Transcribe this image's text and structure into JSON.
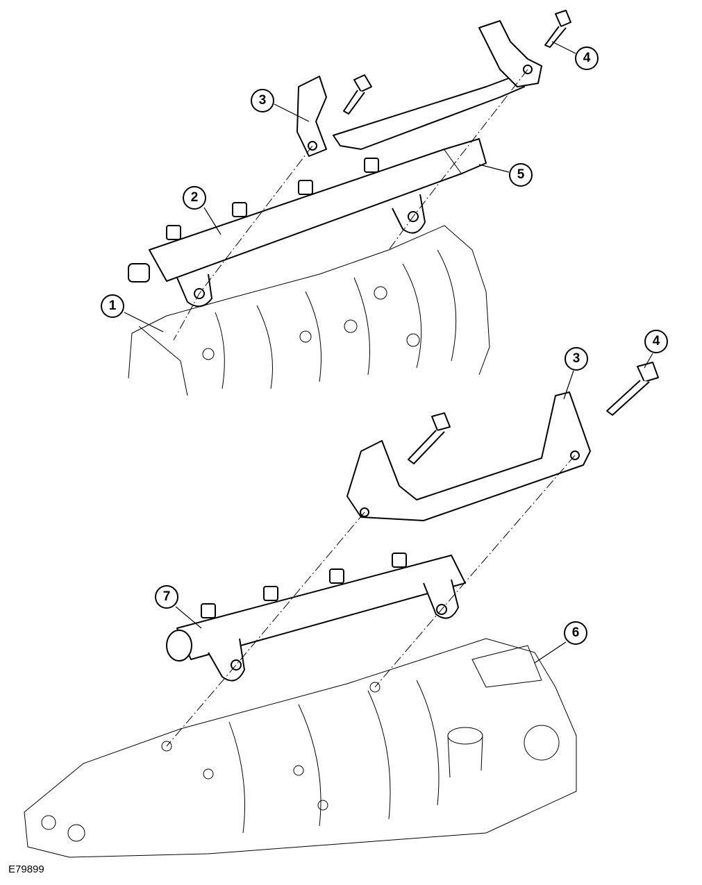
{
  "figure_ref": "E79899",
  "callouts": [
    {
      "id": "c1",
      "label": "1"
    },
    {
      "id": "c2",
      "label": "2"
    },
    {
      "id": "c3a",
      "label": "3"
    },
    {
      "id": "c4a",
      "label": "4"
    },
    {
      "id": "c5",
      "label": "5"
    },
    {
      "id": "c3b",
      "label": "3"
    },
    {
      "id": "c4b",
      "label": "4"
    },
    {
      "id": "c7",
      "label": "7"
    },
    {
      "id": "c6",
      "label": "6"
    }
  ]
}
